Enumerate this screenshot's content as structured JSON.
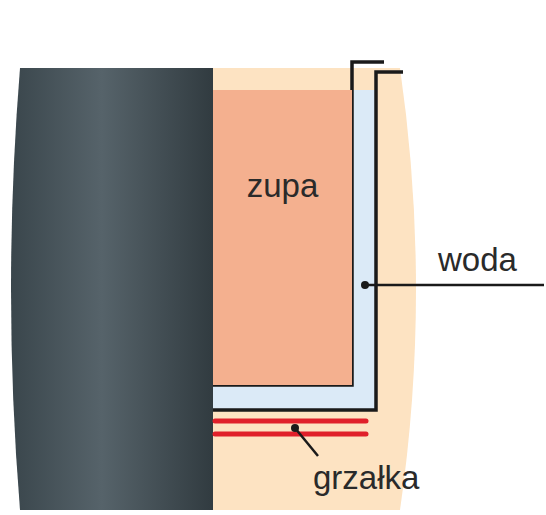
{
  "diagram": {
    "nodes": [
      {
        "text": [
          "zupa"
        ]
      }
    ],
    "labels": [
      "woda",
      "grzałka"
    ]
  }
}
